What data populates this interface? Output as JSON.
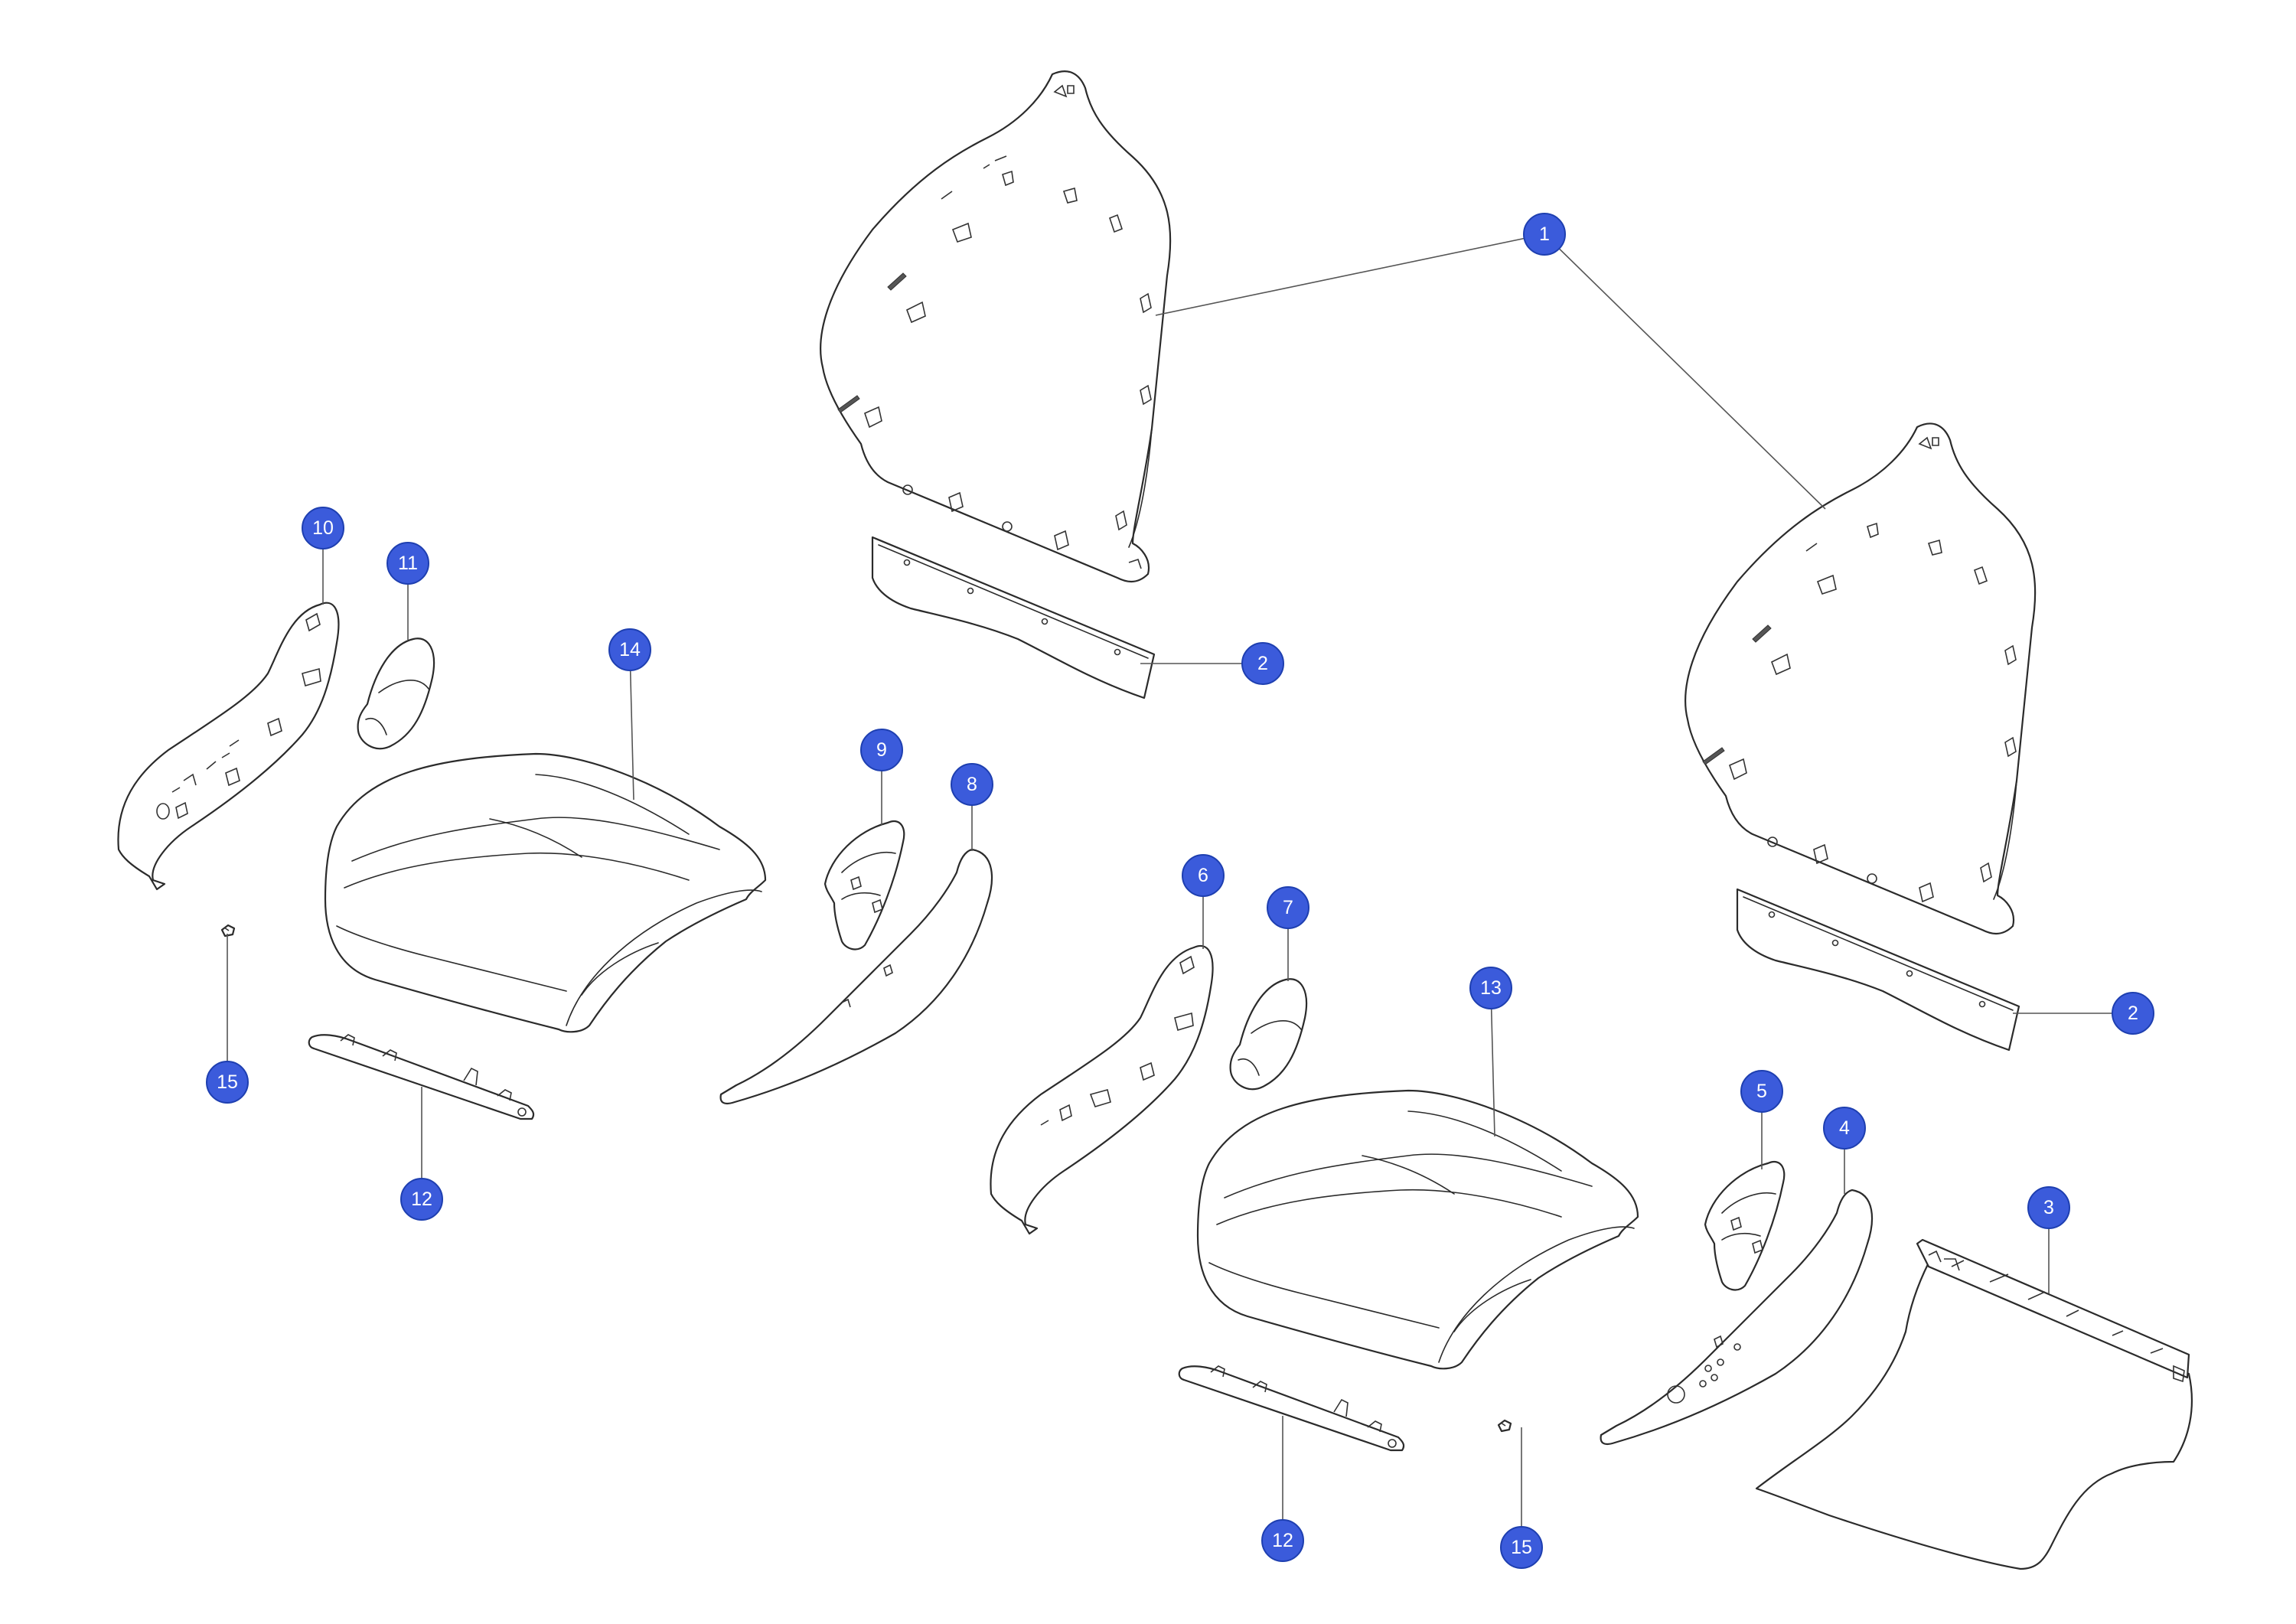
{
  "colors": {
    "callout_fill": "#3b5bdb",
    "callout_text": "#ffffff",
    "line": "#2b2b2b",
    "background": "#ffffff"
  },
  "callouts": [
    {
      "id": "c1",
      "label": "1"
    },
    {
      "id": "c2a",
      "label": "2"
    },
    {
      "id": "c2b",
      "label": "2"
    },
    {
      "id": "c3",
      "label": "3"
    },
    {
      "id": "c4",
      "label": "4"
    },
    {
      "id": "c5",
      "label": "5"
    },
    {
      "id": "c6",
      "label": "6"
    },
    {
      "id": "c7",
      "label": "7"
    },
    {
      "id": "c8",
      "label": "8"
    },
    {
      "id": "c9",
      "label": "9"
    },
    {
      "id": "c10",
      "label": "10"
    },
    {
      "id": "c11",
      "label": "11"
    },
    {
      "id": "c12a",
      "label": "12"
    },
    {
      "id": "c12b",
      "label": "12"
    },
    {
      "id": "c13",
      "label": "13"
    },
    {
      "id": "c14",
      "label": "14"
    },
    {
      "id": "c15a",
      "label": "15"
    },
    {
      "id": "c15b",
      "label": "15"
    }
  ]
}
